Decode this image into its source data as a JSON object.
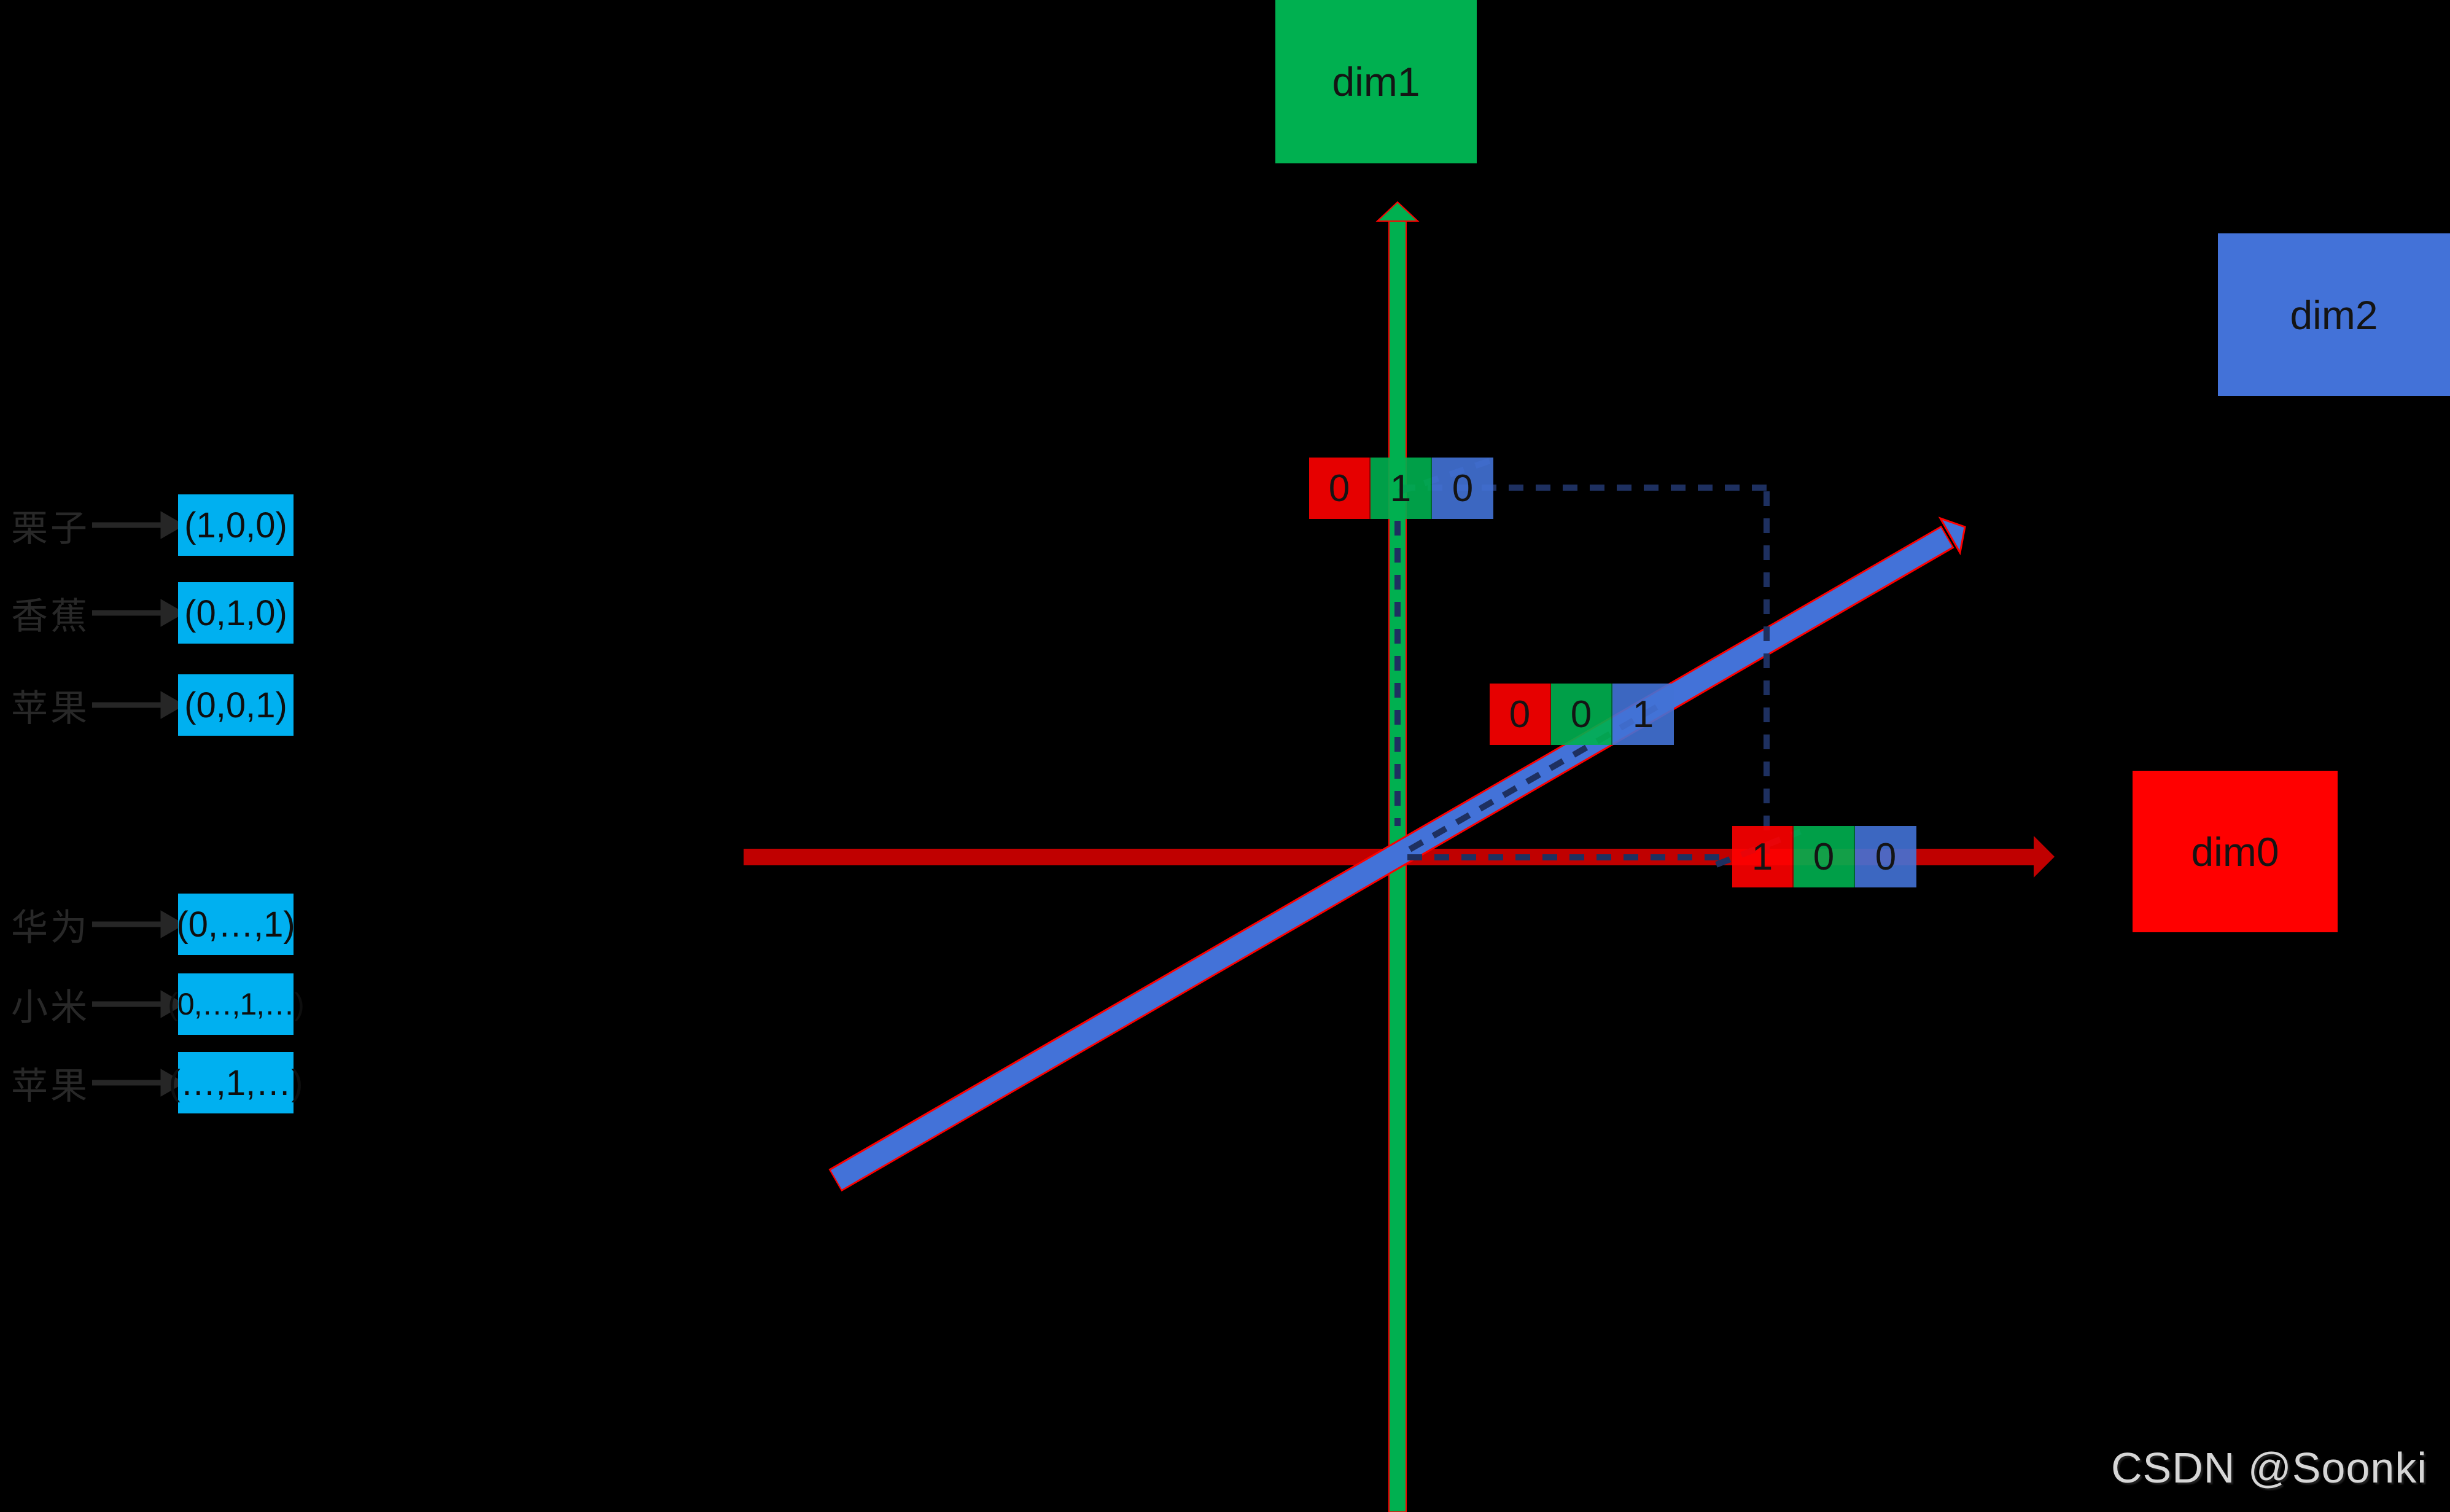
{
  "background": "#000000",
  "watermark": "CSDN @Soonki",
  "colors": {
    "bg": "#000000",
    "green": "#00B050",
    "red-bright": "#FF0000",
    "red-dark": "#C00000",
    "blue": "#4372D8",
    "cyan": "#00B0F0",
    "navy": "#1E3060",
    "label-gray": "#282828",
    "arrow-gray": "#262626",
    "watermark-gray": "#D6D6D6"
  },
  "axes": {
    "dim0": {
      "label": "dim0",
      "color": "#FF0000"
    },
    "dim1": {
      "label": "dim1",
      "color": "#00B050"
    },
    "dim2": {
      "label": "dim2",
      "color": "#4372D8"
    }
  },
  "mappings": {
    "items": [
      {
        "label": "栗子",
        "vector": "(1,0,0)"
      },
      {
        "label": "香蕉",
        "vector": "(0,1,0)"
      },
      {
        "label": "苹果",
        "vector": "(0,0,1)"
      },
      {
        "label": "华为",
        "vector": "(0,…,1)"
      },
      {
        "label": "小米",
        "vector": "(0,…,1,…)"
      },
      {
        "label": "苹果",
        "vector": "(…,1,…)"
      }
    ]
  },
  "triplets": [
    {
      "name": "point-on-dim1",
      "values": [
        "0",
        "1",
        "0"
      ]
    },
    {
      "name": "point-on-dim2",
      "values": [
        "0",
        "0",
        "1"
      ]
    },
    {
      "name": "point-on-dim0",
      "values": [
        "1",
        "0",
        "0"
      ]
    }
  ]
}
